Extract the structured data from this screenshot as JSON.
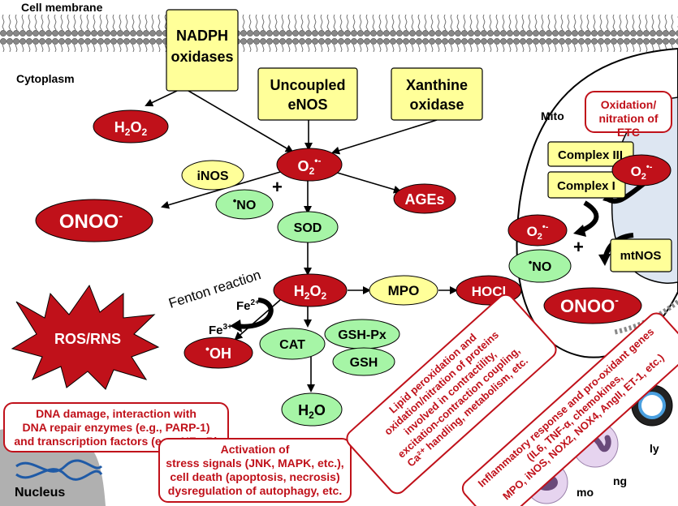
{
  "regions": {
    "cell_membrane": "Cell membrane",
    "cytoplasm": "Cytoplasm",
    "mito": "Mito",
    "nucleus": "Nucleus"
  },
  "sources": {
    "nadph": [
      "NADPH",
      "oxidases"
    ],
    "eNOS": [
      "Uncoupled",
      "eNOS"
    ],
    "xanthine": [
      "Xanthine",
      "oxidase"
    ]
  },
  "species": {
    "h2o2_top": {
      "base": "H",
      "sub1": "2",
      "mid": "O",
      "sub2": "2"
    },
    "superoxide": {
      "base": "O",
      "sub": "2",
      "sup": "•-"
    },
    "ages": "AGEs",
    "inos": "iNOS",
    "no": {
      "dot": "•",
      "text": "NO"
    },
    "onoo": {
      "text": "ONOO",
      "sup": "-"
    },
    "sod": "SOD",
    "h2o2_mid": {
      "base": "H",
      "sub1": "2",
      "mid": "O",
      "sub2": "2"
    },
    "mpo": "MPO",
    "hocl": "HOCl",
    "fenton": "Fenton reaction",
    "fe2": {
      "base": "Fe",
      "sup": "2+"
    },
    "fe3": {
      "base": "Fe",
      "sup": "3+"
    },
    "oh": {
      "dot": "•",
      "text": "OH"
    },
    "cat": "CAT",
    "gshpx": "GSH-Px",
    "gsh": "GSH",
    "h2o": {
      "base": "H",
      "sub": "2",
      "mid": "O"
    },
    "ros_rns": "ROS/RNS",
    "plus": "+"
  },
  "mito": {
    "complex3": "Complex III",
    "complex1": "Complex I",
    "o2": {
      "base": "O",
      "sub": "2",
      "sup": "•-"
    },
    "o2_2": {
      "base": "O",
      "sub": "2",
      "sup": "•-"
    },
    "no": {
      "dot": "•",
      "text": "NO"
    },
    "mtnos": "mtNOS",
    "onoo": {
      "text": "ONOO",
      "sup": "-"
    },
    "etc_note": [
      "Oxidation/",
      "nitration of",
      "ETC"
    ]
  },
  "effects": {
    "dna": [
      "DNA damage, interaction with",
      "DNA repair enzymes (e.g., PARP-1)",
      "and transcription factors (e.g., NF-κB)"
    ],
    "stress": [
      "Activation of",
      "stress signals (JNK, MAPK, etc.),",
      "cell death (apoptosis, necrosis)",
      "dysregulation of autophagy, etc."
    ],
    "lipid": [
      "Lipid peroxidation and",
      "oxidation/nitration of proteins",
      "involved in contractility,",
      "excitation-contraction coupling,",
      "Ca²⁺ handling, metabolism, etc."
    ],
    "inflam": [
      "Inflammatory response and pro-oxidant genes",
      "(IL6, TNF-α, chemokines,",
      "MPO, iNOS, NOX2, NOX4, AngII, ET-1, etc.)"
    ]
  },
  "cells": {
    "ly": "ly",
    "ng": "ng",
    "mo": "mo"
  },
  "colors": {
    "red": "#c0111a",
    "yellow": "#ffff99",
    "green": "#a6f5a6",
    "mito_fill": "#dde6f2"
  }
}
